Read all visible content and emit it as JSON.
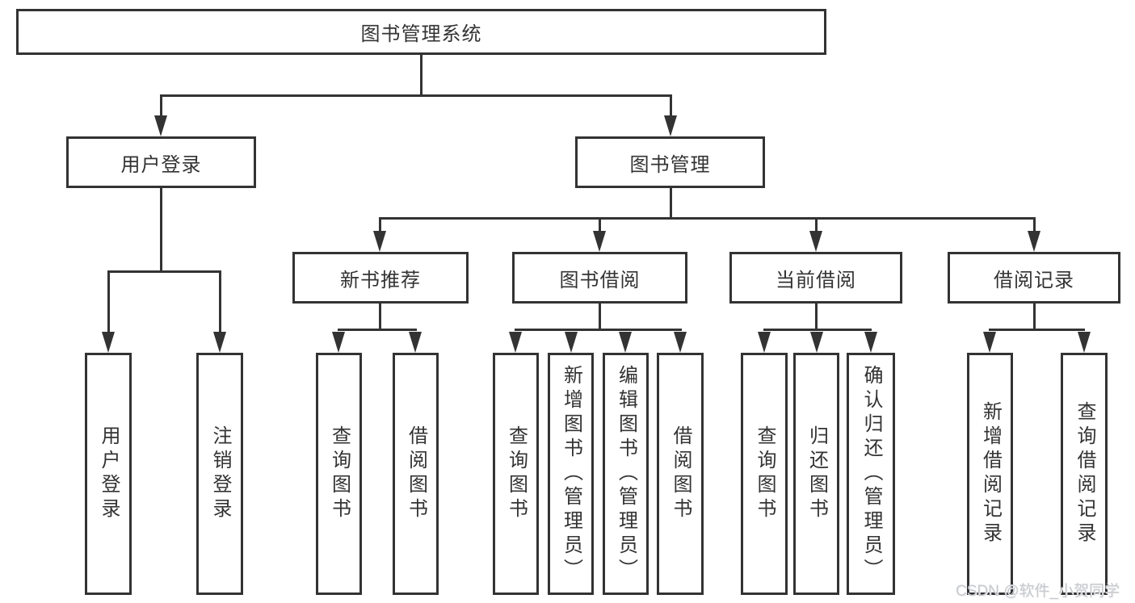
{
  "diagram": {
    "title": "图书管理系统",
    "root": {
      "label": "图书管理系统"
    },
    "level2": [
      {
        "label": "用户登录"
      },
      {
        "label": "图书管理"
      }
    ],
    "level3": [
      {
        "label": "新书推荐"
      },
      {
        "label": "图书借阅"
      },
      {
        "label": "当前借阅"
      },
      {
        "label": "借阅记录"
      }
    ],
    "leaves": {
      "user_login": [
        "用户登录",
        "注销登录"
      ],
      "new_book": [
        "查询图书",
        "借阅图书"
      ],
      "book_borrow": [
        "查询图书",
        "新增图书（管理员）",
        "编辑图书（管理员）",
        "借阅图书"
      ],
      "current_borrow": [
        "查询图书",
        "归还图书",
        "确认归还（管理员）"
      ],
      "borrow_record": [
        "新增借阅记录",
        "查询借阅记录"
      ]
    }
  },
  "watermark": {
    "text": "CSDN @软件_小贺同学"
  },
  "colors": {
    "line": "#333333",
    "text": "#333333",
    "background": "#ffffff",
    "watermark": "#c6c9ce"
  }
}
